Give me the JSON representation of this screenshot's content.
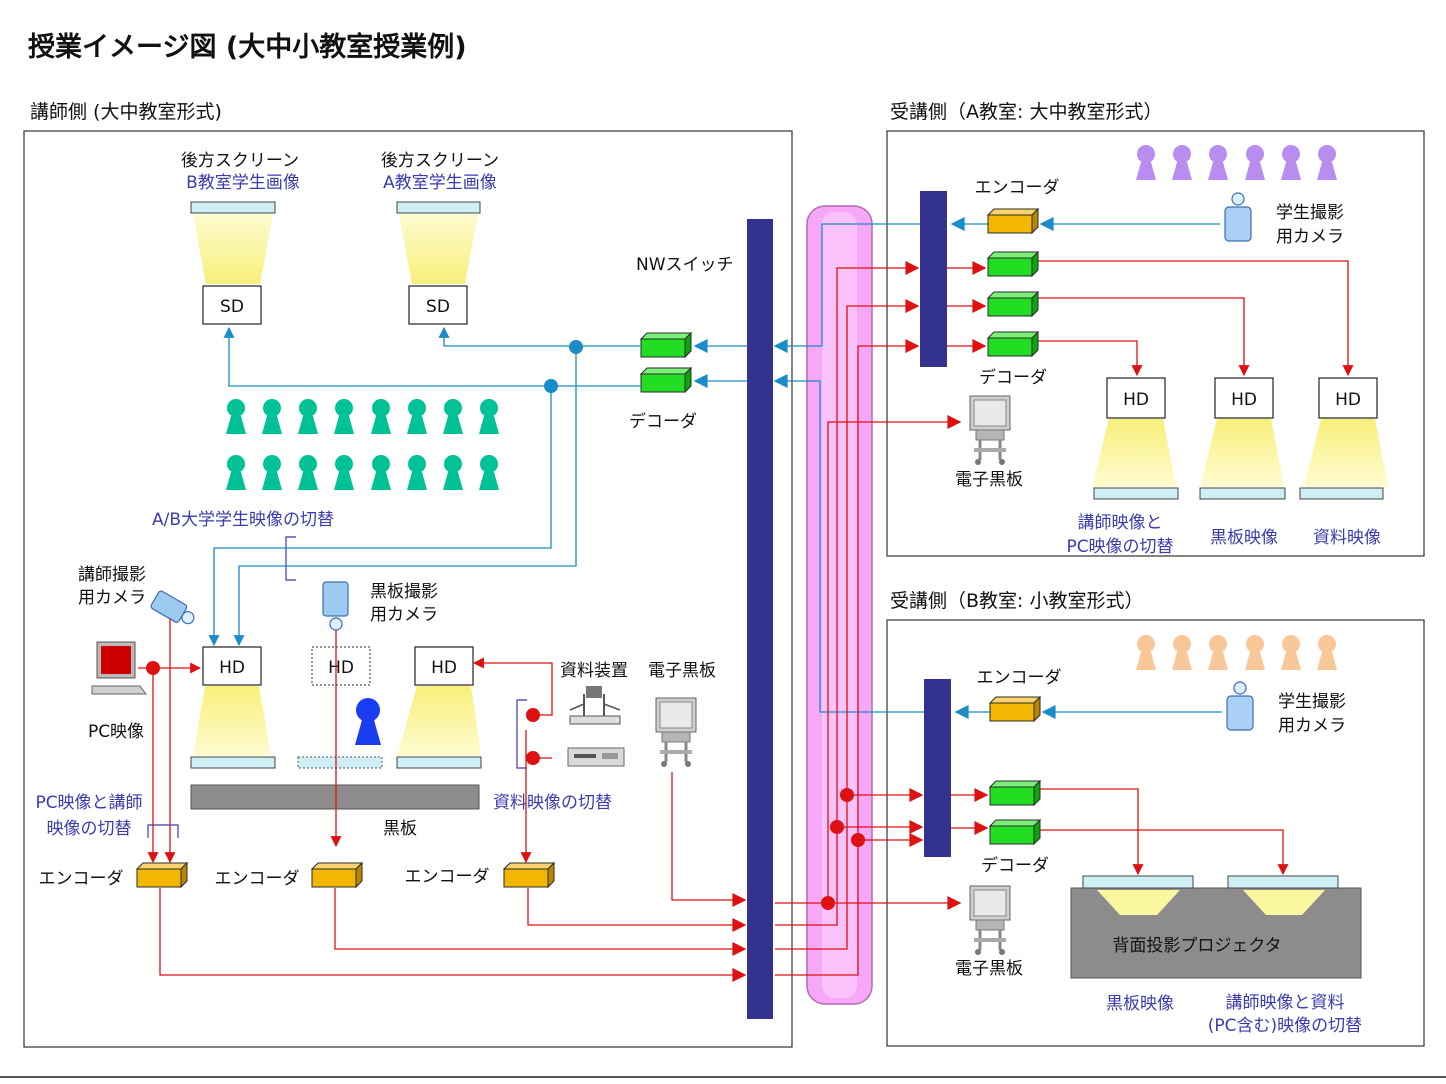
{
  "title": "授業イメージ図 (大中小教室授業例)",
  "colors": {
    "nw_switch": "#33338f",
    "ring": "#f7a7f7",
    "encoder": "#f2b705",
    "decoder": "#22dd22",
    "blue_line": "#1a8cc8",
    "red_line": "#dd1111",
    "student_teal": "#00c296",
    "student_purple": "#b98cf0",
    "student_peach": "#fac898",
    "blue_text": "#3b3bb0"
  },
  "left": {
    "heading": "講師側 (大中教室形式)",
    "rear_screen_b": {
      "title": "後方スクリーン",
      "sub": "B教室学生画像"
    },
    "rear_screen_a": {
      "title": "後方スクリーン",
      "sub": "A教室学生画像"
    },
    "sd": "SD",
    "nw_switch": "NWスイッチ",
    "decoder": "デコーダ",
    "switch_ab": "A/B大学学生映像の切替",
    "lecturer_camera": [
      "講師撮影",
      "用カメラ"
    ],
    "board_camera": [
      "黒板撮影",
      "用カメラ"
    ],
    "hd": "HD",
    "pc_video": "PC映像",
    "doc_device": "資料装置",
    "e_board": "電子黒板",
    "blackboard": "黒板",
    "doc_switch": "資料映像の切替",
    "pc_lecturer_switch": [
      "PC映像と講師",
      "映像の切替"
    ],
    "encoder": "エンコーダ"
  },
  "room_a": {
    "heading": "受講側（A教室: 大中教室形式）",
    "encoder": "エンコーダ",
    "student_camera": [
      "学生撮影",
      "用カメラ"
    ],
    "decoder": "デコーダ",
    "e_board": "電子黒板",
    "hd": "HD",
    "caption_1": [
      "講師映像と",
      "PC映像の切替"
    ],
    "caption_2": "黒板映像",
    "caption_3": "資料映像"
  },
  "room_b": {
    "heading": "受講側（B教室: 小教室形式）",
    "encoder": "エンコーダ",
    "student_camera": [
      "学生撮影",
      "用カメラ"
    ],
    "decoder": "デコーダ",
    "e_board": "電子黒板",
    "projector": "背面投影プロジェクタ",
    "caption_1": "黒板映像",
    "caption_2": [
      "講師映像と資料",
      "(PC含む)映像の切替"
    ]
  }
}
